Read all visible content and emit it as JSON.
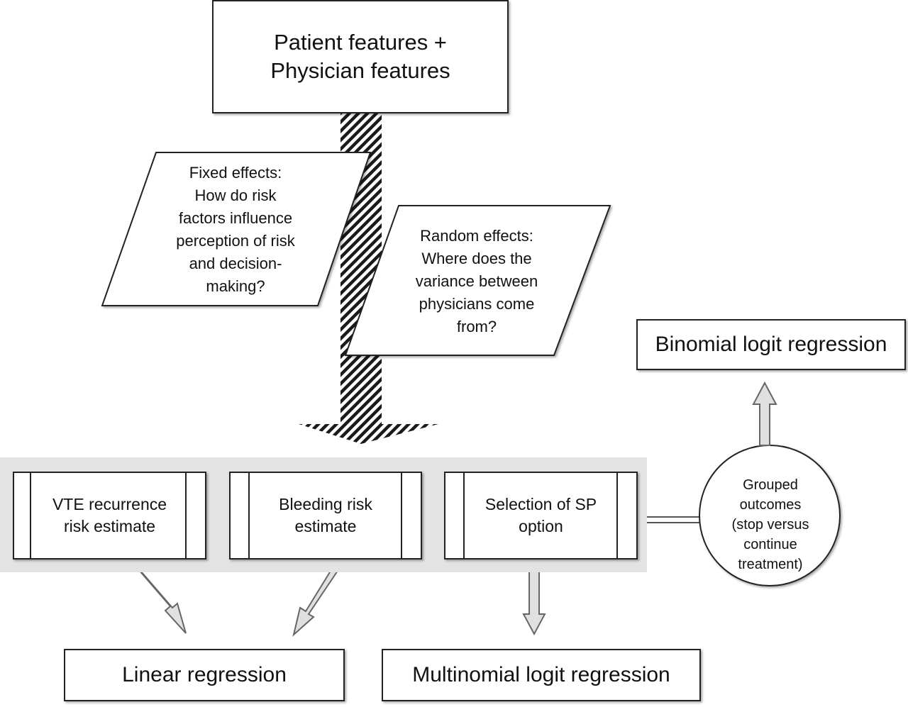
{
  "diagram": {
    "top_box": {
      "line1": "Patient features +",
      "line2": "Physician features"
    },
    "fixed_effects": {
      "lines": [
        "Fixed effects:",
        "How do risk",
        "factors influence",
        "perception of risk",
        "and decision-",
        "making?"
      ]
    },
    "random_effects": {
      "lines": [
        "Random effects:",
        "Where does the",
        "variance between",
        "physicians come",
        "from?"
      ]
    },
    "predictors": {
      "vte": {
        "line1": "VTE recurrence",
        "line2": "risk estimate"
      },
      "bleeding": {
        "line1": "Bleeding risk",
        "line2": "estimate"
      },
      "selection": {
        "line1": "Selection of SP",
        "line2": "option"
      }
    },
    "grouped_outcomes": {
      "lines": [
        "Grouped",
        "outcomes",
        "(stop versus",
        "continue",
        "treatment)"
      ]
    },
    "outcomes": {
      "linear": "Linear regression",
      "multinomial": "Multinomial logit regression",
      "binomial": "Binomial logit regression"
    }
  }
}
